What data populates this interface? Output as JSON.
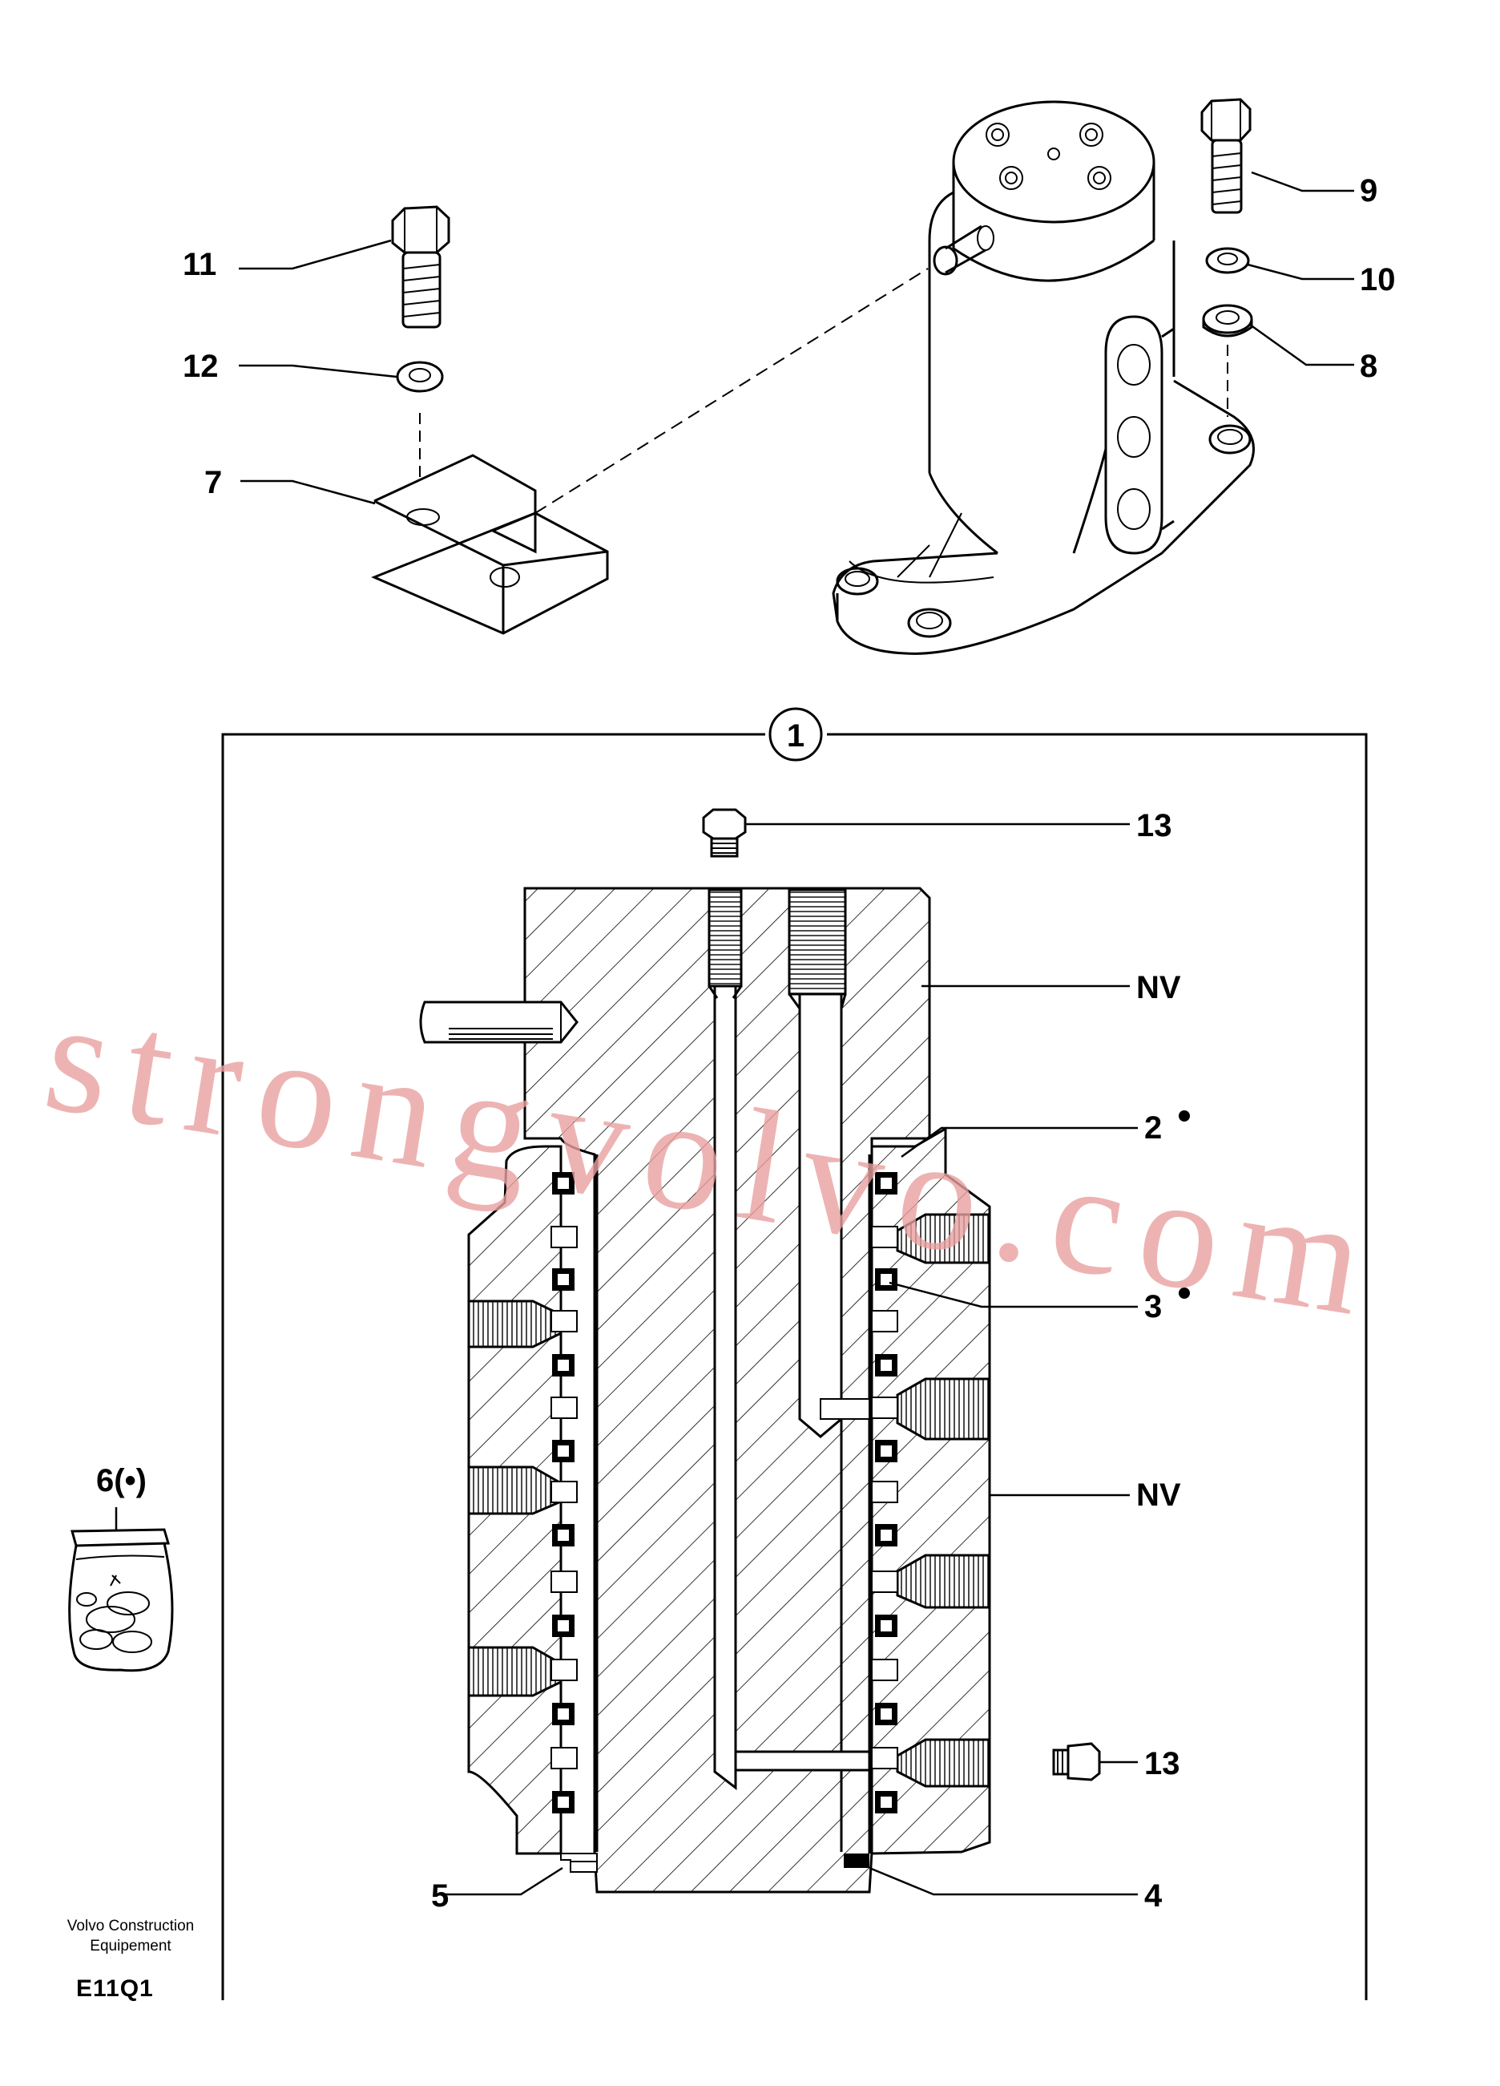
{
  "callouts": {
    "c11": "11",
    "c12": "12",
    "c7": "7",
    "c9": "9",
    "c10": "10",
    "c8": "8",
    "c1": "1",
    "c13a": "13",
    "c13b": "13",
    "nv1": "NV",
    "nv2": "NV",
    "c2": "2",
    "c3": "3",
    "c6": "6(•)",
    "c5": "5",
    "c4": "4"
  },
  "footer": {
    "brand_line1": "Volvo Construction",
    "brand_line2": "Equipement",
    "code": "E11Q1"
  },
  "watermark": "strongvolvo.com",
  "colors": {
    "ink": "#000000",
    "watermark": "#e8a0a0"
  }
}
